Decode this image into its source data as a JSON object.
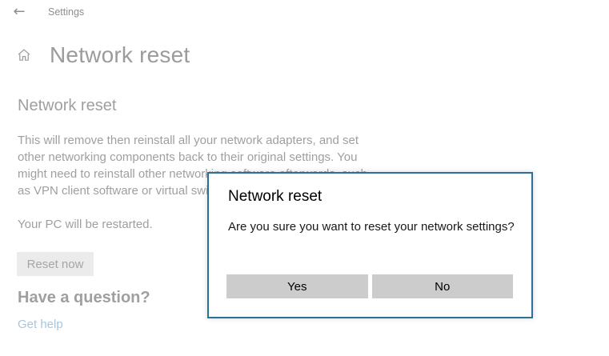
{
  "colors": {
    "accent": "#2e7095",
    "bg-text": "#9f9f9f",
    "link": "#a6c6de",
    "btn-gray": "#cccccc",
    "btn-light": "#ebebeb"
  },
  "header": {
    "back_icon": "←",
    "app_title": "Settings"
  },
  "page": {
    "home_icon": "home-icon",
    "title": "Network reset",
    "section": {
      "heading": "Network reset",
      "description_lines": [
        "This will remove then reinstall all your network adapters, and set",
        "other networking components back to their original settings. You",
        "might need to reinstall other networking software afterwards, such",
        "as VPN client software or virtual switches."
      ],
      "restart_note": "Your PC will be restarted.",
      "reset_button_label": "Reset now"
    },
    "help": {
      "heading": "Have a question?",
      "link_label": "Get help"
    }
  },
  "dialog": {
    "title": "Network reset",
    "message": "Are you sure you want to reset your network settings?",
    "yes_label": "Yes",
    "no_label": "No"
  }
}
